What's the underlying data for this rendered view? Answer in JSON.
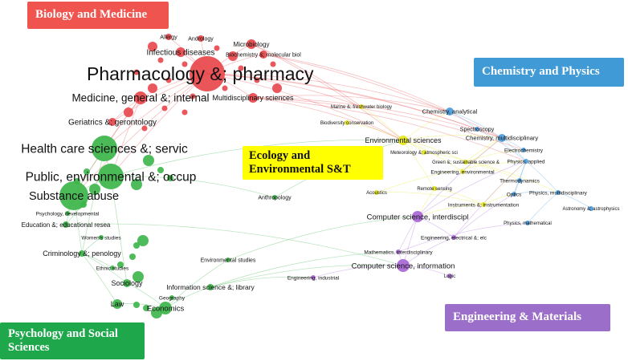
{
  "categories": {
    "biology": "Biology and Medicine",
    "chemistry": "Chemistry and Physics",
    "ecology": "Ecology and Environmental S&T",
    "psychology": "Psychology and Social Sciences",
    "engineering": "Engineering & Materials"
  },
  "colors": {
    "red": "#e8464b",
    "green": "#3cb54a",
    "blue": "#4a9de0",
    "yellow": "#e6e619",
    "purple": "#a866d6"
  },
  "nodes": [
    {
      "id": "pharm",
      "label": "Pharmacology &; pharmacy",
      "cluster": "red",
      "weight": 10
    },
    {
      "id": "med",
      "label": "Medicine, general &; internal",
      "cluster": "red",
      "weight": 5
    },
    {
      "id": "multi",
      "label": "Multidisciplinary sciences",
      "cluster": "red",
      "weight": 3
    },
    {
      "id": "infect",
      "label": "Infectious diseases",
      "cluster": "red",
      "weight": 3
    },
    {
      "id": "allergy",
      "label": "Allergy",
      "cluster": "red",
      "weight": 1
    },
    {
      "id": "andro",
      "label": "Andrology",
      "cluster": "red",
      "weight": 1
    },
    {
      "id": "micro",
      "label": "Microbiology",
      "cluster": "red",
      "weight": 2
    },
    {
      "id": "biochem",
      "label": "Biochemistry &; molecular biol",
      "cluster": "red",
      "weight": 2
    },
    {
      "id": "geri",
      "label": "Geriatrics &; gerontology",
      "cluster": "red",
      "weight": 2
    },
    {
      "id": "health",
      "label": "Health care sciences &; servic",
      "cluster": "green",
      "weight": 8
    },
    {
      "id": "public",
      "label": "Public, environmental &; occup",
      "cluster": "green",
      "weight": 8
    },
    {
      "id": "subst",
      "label": "Substance abuse",
      "cluster": "green",
      "weight": 7
    },
    {
      "id": "psych",
      "label": "Psychology, developmental",
      "cluster": "green",
      "weight": 1
    },
    {
      "id": "educ",
      "label": "Education &; educational resea",
      "cluster": "green",
      "weight": 2
    },
    {
      "id": "women",
      "label": "Women's studies",
      "cluster": "green",
      "weight": 1
    },
    {
      "id": "crim",
      "label": "Criminology &; penology",
      "cluster": "green",
      "weight": 2
    },
    {
      "id": "ethnic",
      "label": "Ethnic studies",
      "cluster": "green",
      "weight": 1
    },
    {
      "id": "socio",
      "label": "Sociology",
      "cluster": "green",
      "weight": 2
    },
    {
      "id": "law",
      "label": "Law",
      "cluster": "green",
      "weight": 2
    },
    {
      "id": "econ",
      "label": "Economics",
      "cluster": "green",
      "weight": 3
    },
    {
      "id": "geo",
      "label": "Geography",
      "cluster": "green",
      "weight": 1
    },
    {
      "id": "info",
      "label": "Information science &; library",
      "cluster": "green",
      "weight": 2
    },
    {
      "id": "envst",
      "label": "Environmental studies",
      "cluster": "green",
      "weight": 1
    },
    {
      "id": "anthro",
      "label": "Anthropology",
      "cluster": "green",
      "weight": 1
    },
    {
      "id": "marine",
      "label": "Marine &; freshwater biology",
      "cluster": "yellow",
      "weight": 1
    },
    {
      "id": "biodiv",
      "label": "Biodiversity conservation",
      "cluster": "yellow",
      "weight": 1
    },
    {
      "id": "envsci",
      "label": "Environmental sciences",
      "cluster": "yellow",
      "weight": 2
    },
    {
      "id": "meteo",
      "label": "Meteorology &; atmospheric sci",
      "cluster": "yellow",
      "weight": 1
    },
    {
      "id": "green",
      "label": "Green &; sustainable science &",
      "cluster": "yellow",
      "weight": 1
    },
    {
      "id": "eng_env",
      "label": "Engineering, environmental",
      "cluster": "yellow",
      "weight": 1
    },
    {
      "id": "remote",
      "label": "Remote sensing",
      "cluster": "yellow",
      "weight": 1
    },
    {
      "id": "acoust",
      "label": "Acoustics",
      "cluster": "yellow",
      "weight": 1
    },
    {
      "id": "instr",
      "label": "Instruments &; instrumentation",
      "cluster": "yellow",
      "weight": 1
    },
    {
      "id": "chem_an",
      "label": "Chemistry, analytical",
      "cluster": "blue",
      "weight": 2
    },
    {
      "id": "spectro",
      "label": "Spectroscopy",
      "cluster": "blue",
      "weight": 1
    },
    {
      "id": "chem_mu",
      "label": "Chemistry, multidisciplinary",
      "cluster": "blue",
      "weight": 2
    },
    {
      "id": "electro",
      "label": "Electrochemistry",
      "cluster": "blue",
      "weight": 1
    },
    {
      "id": "phys_ap",
      "label": "Physics, applied",
      "cluster": "blue",
      "weight": 1
    },
    {
      "id": "thermo",
      "label": "Thermodynamics",
      "cluster": "blue",
      "weight": 1
    },
    {
      "id": "optics",
      "label": "Optics",
      "cluster": "blue",
      "weight": 1
    },
    {
      "id": "phys_mu",
      "label": "Physics, multidisciplinary",
      "cluster": "blue",
      "weight": 1
    },
    {
      "id": "astro",
      "label": "Astronomy &; astrophysics",
      "cluster": "blue",
      "weight": 1
    },
    {
      "id": "phys_ma",
      "label": "Physics, mathematical",
      "cluster": "blue",
      "weight": 1
    },
    {
      "id": "cs_inter",
      "label": "Computer science, interdiscipl",
      "cluster": "purple",
      "weight": 3
    },
    {
      "id": "eng_el",
      "label": "Engineering, electrical &; elc",
      "cluster": "purple",
      "weight": 1
    },
    {
      "id": "math",
      "label": "Mathematics, interdisciplinary",
      "cluster": "purple",
      "weight": 1
    },
    {
      "id": "cs_info",
      "label": "Computer science, information",
      "cluster": "purple",
      "weight": 3
    },
    {
      "id": "eng_ind",
      "label": "Engineering, industrial",
      "cluster": "purple",
      "weight": 1
    },
    {
      "id": "logic",
      "label": "Logic",
      "cluster": "purple",
      "weight": 1
    }
  ],
  "links": [
    [
      "pharm",
      "med"
    ],
    [
      "pharm",
      "multi"
    ],
    [
      "pharm",
      "infect"
    ],
    [
      "pharm",
      "biochem"
    ],
    [
      "pharm",
      "micro"
    ],
    [
      "pharm",
      "allergy"
    ],
    [
      "pharm",
      "andro"
    ],
    [
      "pharm",
      "geri"
    ],
    [
      "pharm",
      "health"
    ],
    [
      "pharm",
      "public"
    ],
    [
      "pharm",
      "subst"
    ],
    [
      "pharm",
      "chem_an"
    ],
    [
      "pharm",
      "chem_mu"
    ],
    [
      "pharm",
      "spectro"
    ],
    [
      "pharm",
      "envsci"
    ],
    [
      "pharm",
      "marine"
    ],
    [
      "med",
      "health"
    ],
    [
      "med",
      "geri"
    ],
    [
      "med",
      "public"
    ],
    [
      "med",
      "subst"
    ],
    [
      "multi",
      "chem_an"
    ],
    [
      "multi",
      "chem_mu"
    ],
    [
      "multi",
      "envsci"
    ],
    [
      "multi",
      "phys_ap"
    ],
    [
      "multi",
      "electro"
    ],
    [
      "biochem",
      "chem_an"
    ],
    [
      "biochem",
      "chem_mu"
    ],
    [
      "micro",
      "envsci"
    ],
    [
      "micro",
      "marine"
    ],
    [
      "health",
      "public"
    ],
    [
      "health",
      "subst"
    ],
    [
      "public",
      "subst"
    ],
    [
      "public",
      "envsci"
    ],
    [
      "public",
      "educ"
    ],
    [
      "subst",
      "crim"
    ],
    [
      "subst",
      "psych"
    ],
    [
      "subst",
      "educ"
    ],
    [
      "health",
      "crim"
    ],
    [
      "public",
      "socio"
    ],
    [
      "crim",
      "law"
    ],
    [
      "crim",
      "socio"
    ],
    [
      "crim",
      "ethnic"
    ],
    [
      "crim",
      "women"
    ],
    [
      "socio",
      "econ"
    ],
    [
      "law",
      "econ"
    ],
    [
      "econ",
      "geo"
    ],
    [
      "econ",
      "info"
    ],
    [
      "info",
      "cs_info"
    ],
    [
      "info",
      "eng_ind"
    ],
    [
      "info",
      "math"
    ],
    [
      "envst",
      "econ"
    ],
    [
      "envst",
      "cs_inter"
    ],
    [
      "anthro",
      "public"
    ],
    [
      "anthro",
      "envsci"
    ],
    [
      "educ",
      "cs_info"
    ],
    [
      "envsci",
      "meteo"
    ],
    [
      "envsci",
      "green"
    ],
    [
      "envsci",
      "eng_env"
    ],
    [
      "envsci",
      "remote"
    ],
    [
      "envsci",
      "biodiv"
    ],
    [
      "envsci",
      "marine"
    ],
    [
      "envsci",
      "chem_an"
    ],
    [
      "envsci",
      "chem_mu"
    ],
    [
      "remote",
      "instr"
    ],
    [
      "remote",
      "cs_inter"
    ],
    [
      "instr",
      "cs_inter"
    ],
    [
      "acoust",
      "instr"
    ],
    [
      "acoust",
      "phys_ap"
    ],
    [
      "green",
      "chem_mu"
    ],
    [
      "green",
      "electro"
    ],
    [
      "green",
      "thermo"
    ],
    [
      "eng_env",
      "chem_mu"
    ],
    [
      "meteo",
      "phys_mu"
    ],
    [
      "chem_an",
      "spectro"
    ],
    [
      "chem_an",
      "chem_mu"
    ],
    [
      "chem_mu",
      "electro"
    ],
    [
      "chem_mu",
      "phys_ap"
    ],
    [
      "spectro",
      "phys_ap"
    ],
    [
      "phys_ap",
      "thermo"
    ],
    [
      "phys_ap",
      "optics"
    ],
    [
      "phys_ap",
      "phys_mu"
    ],
    [
      "optics",
      "phys_mu"
    ],
    [
      "phys_mu",
      "astro"
    ],
    [
      "phys_mu",
      "phys_ma"
    ],
    [
      "thermo",
      "optics"
    ],
    [
      "instr",
      "optics"
    ],
    [
      "instr",
      "phys_ap"
    ],
    [
      "cs_inter",
      "cs_info"
    ],
    [
      "cs_inter",
      "eng_el"
    ],
    [
      "cs_inter",
      "math"
    ],
    [
      "cs_info",
      "math"
    ],
    [
      "cs_info",
      "eng_el"
    ],
    [
      "cs_info",
      "logic"
    ],
    [
      "eng_el",
      "optics"
    ],
    [
      "eng_el",
      "phys_ap"
    ],
    [
      "math",
      "phys_ma"
    ],
    [
      "eng_ind",
      "cs_info"
    ],
    [
      "cs_inter",
      "phys_ap"
    ],
    [
      "cs_inter",
      "chem_mu"
    ]
  ]
}
